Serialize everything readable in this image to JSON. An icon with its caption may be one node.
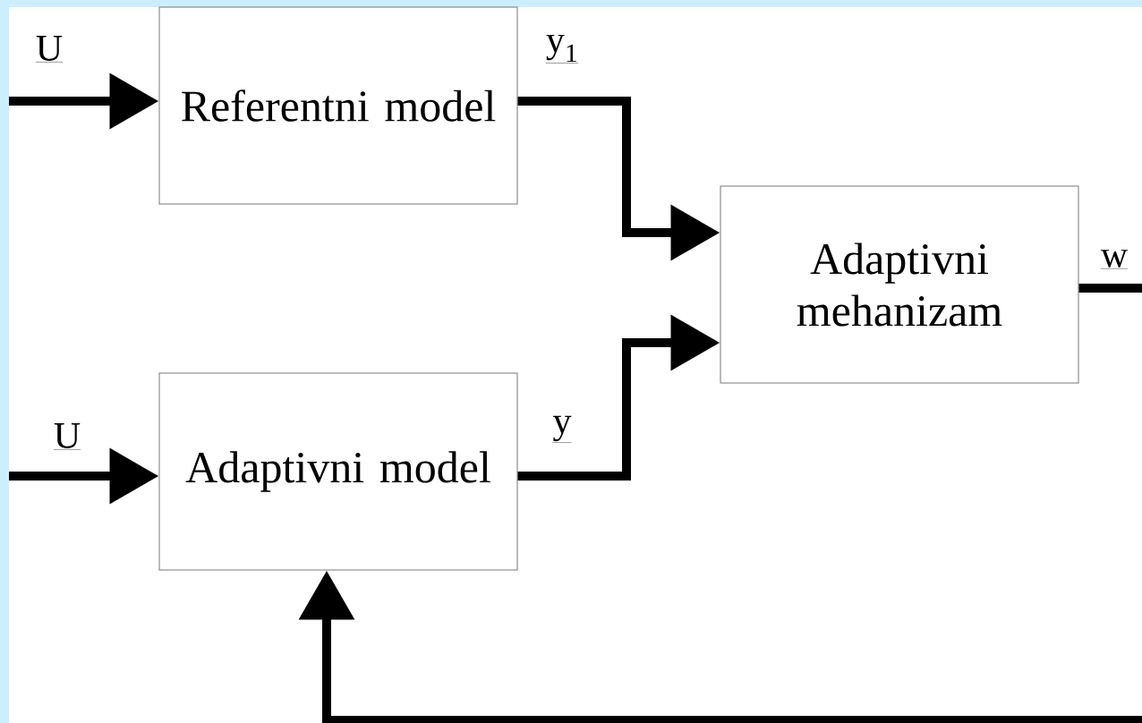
{
  "diagram": {
    "nodes": [
      {
        "text": [
          "Referentni model"
        ]
      },
      {
        "text": [
          "Adaptivni mehanizam"
        ]
      },
      {
        "text": [
          "Adaptivni model"
        ]
      }
    ],
    "edges": [
      {
        "from": null,
        "to": 0,
        "arrow": "to",
        "label": "U"
      },
      {
        "from": 0,
        "to": 1,
        "arrow": "to",
        "label": "y$_{1}$"
      },
      {
        "from": null,
        "to": 2,
        "arrow": "to",
        "label": "U"
      },
      {
        "from": 2,
        "to": 1,
        "arrow": "to",
        "label": "y"
      },
      {
        "from": 1,
        "to": null,
        "arrow": "none",
        "label": "w"
      },
      {
        "from": null,
        "to": 2,
        "arrow": "to"
      }
    ]
  }
}
